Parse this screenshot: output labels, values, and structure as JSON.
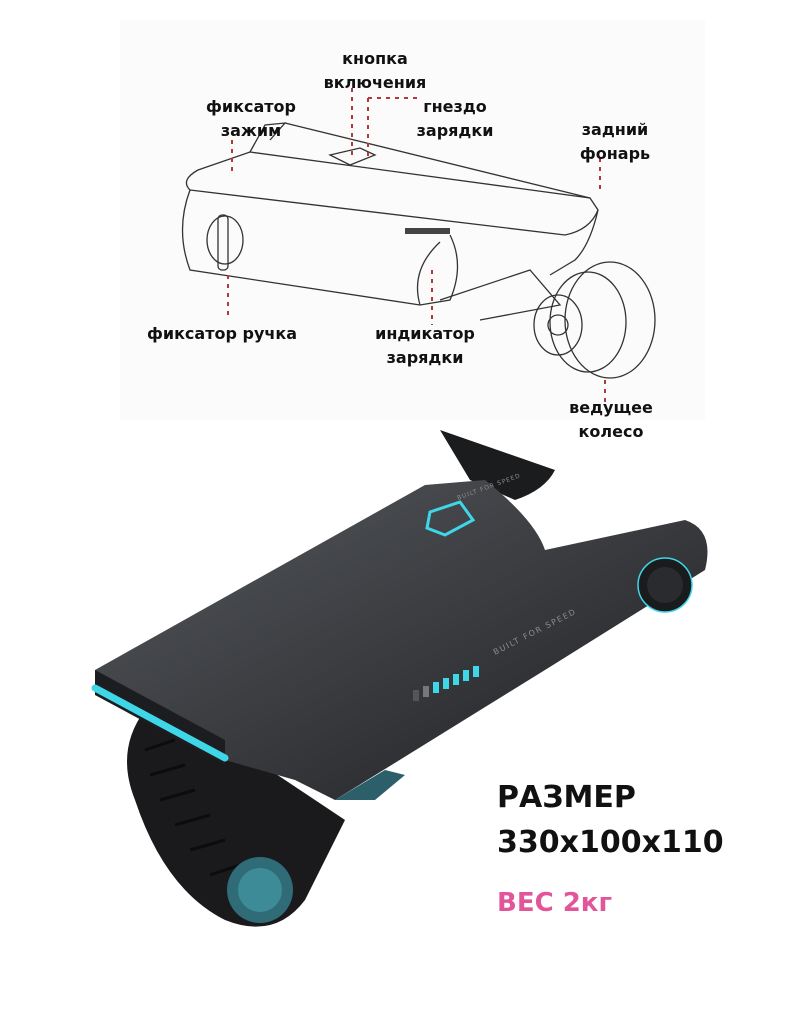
{
  "labels": {
    "power_button": [
      "кнопка",
      "включения"
    ],
    "clamp_lock": [
      "фиксатор",
      "зажим"
    ],
    "charge_port": [
      "гнездо",
      "зарядки"
    ],
    "rear_light": [
      "задний",
      "фонарь"
    ],
    "handle_lock": [
      "фиксатор ручка"
    ],
    "charge_indicator": [
      "индикатор",
      "зарядки"
    ],
    "drive_wheel": [
      "ведущее",
      "колесо"
    ]
  },
  "device_print": {
    "tagline": "BUILT FOR SPEED"
  },
  "specs": {
    "size_title": "РАЗМЕР",
    "size_value": "330x100x110",
    "weight": "ВЕС 2кг"
  },
  "colors": {
    "accent_pink": "#e2559a",
    "leader_line": "#b03a3a",
    "led_cyan": "#3fd6e8",
    "body_dark": "#2b2d30"
  }
}
